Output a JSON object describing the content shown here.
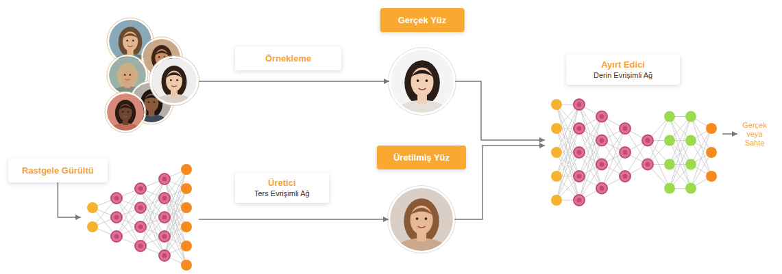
{
  "diagram": {
    "nodes": [
      {
        "text": [
          "Örnekleme"
        ]
      },
      {
        "text": [
          "Gerçek Yüz"
        ]
      },
      {
        "text": [
          "Rastgele Gürültü"
        ]
      },
      {
        "text": [
          "Üretici",
          "Ters Evrişimli Ağ"
        ]
      },
      {
        "text": [
          "Üretilmiş Yüz"
        ]
      },
      {
        "text": [
          "Ayırt Edici",
          "Derin Evrişimli Ağ"
        ]
      }
    ],
    "edges": [
      {
        "from": 0,
        "to": 1,
        "arrow": "to"
      },
      {
        "from": 2,
        "to": 3,
        "arrow": "to"
      },
      {
        "from": 3,
        "to": 4,
        "arrow": "to"
      },
      {
        "from": 1,
        "to": 5,
        "arrow": "to"
      },
      {
        "from": 4,
        "to": 5,
        "arrow": "to"
      }
    ],
    "labels": [
      "Gerçek veya Sahte"
    ]
  }
}
